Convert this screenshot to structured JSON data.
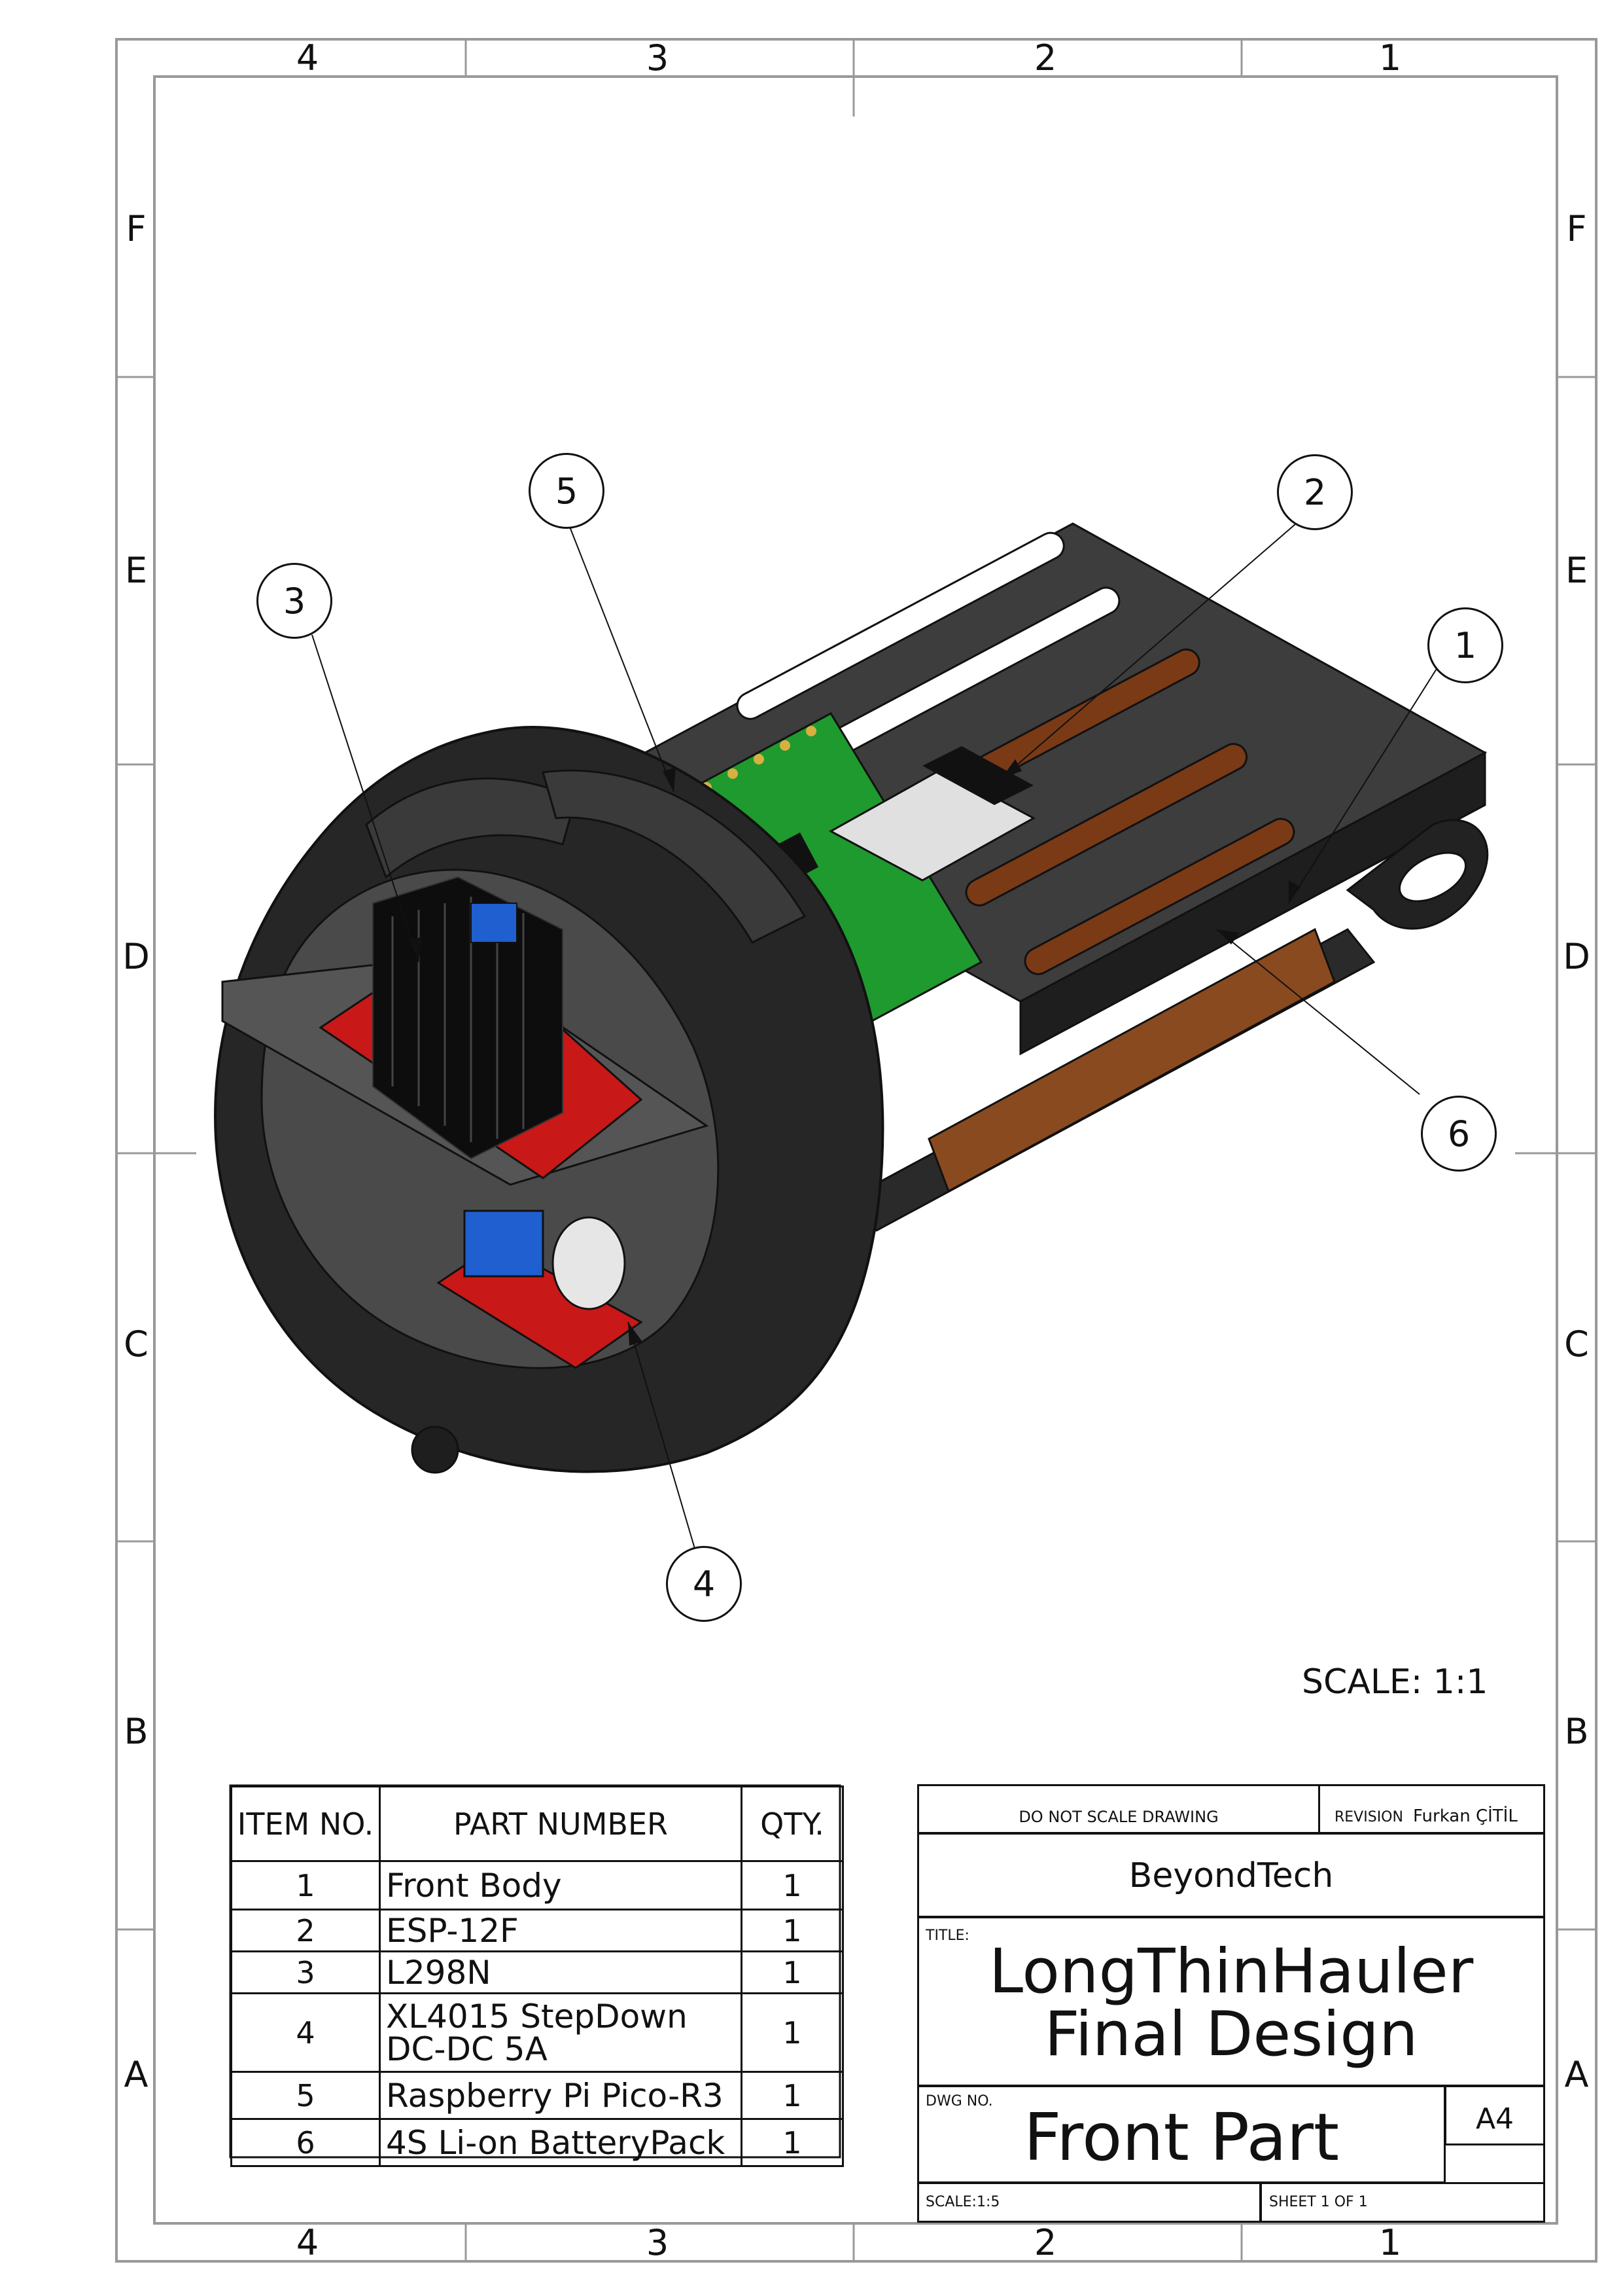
{
  "border": {
    "column_zones": [
      "4",
      "3",
      "2",
      "1"
    ],
    "row_zones": [
      "F",
      "E",
      "D",
      "C",
      "B",
      "A"
    ]
  },
  "balloons": [
    "1",
    "2",
    "3",
    "4",
    "5",
    "6"
  ],
  "scale_note": "SCALE: 1:1",
  "bom": {
    "headers": {
      "item_no": "ITEM NO.",
      "part_number": "PART NUMBER",
      "qty": "QTY."
    },
    "rows": [
      {
        "item": "1",
        "part": "Front Body",
        "qty": "1"
      },
      {
        "item": "2",
        "part": "ESP-12F",
        "qty": "1"
      },
      {
        "item": "3",
        "part": "L298N",
        "qty": "1"
      },
      {
        "item": "4",
        "part": "XL4015 StepDown DC-DC 5A",
        "qty": "1"
      },
      {
        "item": "5",
        "part": "Raspberry Pi Pico-R3",
        "qty": "1"
      },
      {
        "item": "6",
        "part": "4S Li-on BatteryPack",
        "qty": "1"
      }
    ]
  },
  "title_block": {
    "do_not_scale": "DO NOT SCALE DRAWING",
    "revision_label": "REVISION",
    "revision_value": "Furkan ÇİTİL",
    "company": "BeyondTech",
    "title_label": "TITLE:",
    "title_line1": "LongThinHauler",
    "title_line2": "Final Design",
    "dwg_no_label": "DWG NO.",
    "dwg_no": "Front Part",
    "size": "A4",
    "scale": "SCALE:1:5",
    "sheet": "SHEET 1 OF 1"
  },
  "colors": {
    "body": "#2a2a2a",
    "l298n_board": "#c81818",
    "pico_board": "#1f9a2e",
    "terminal_blue": "#1f5fd0",
    "battery": "#8a4a1f"
  }
}
